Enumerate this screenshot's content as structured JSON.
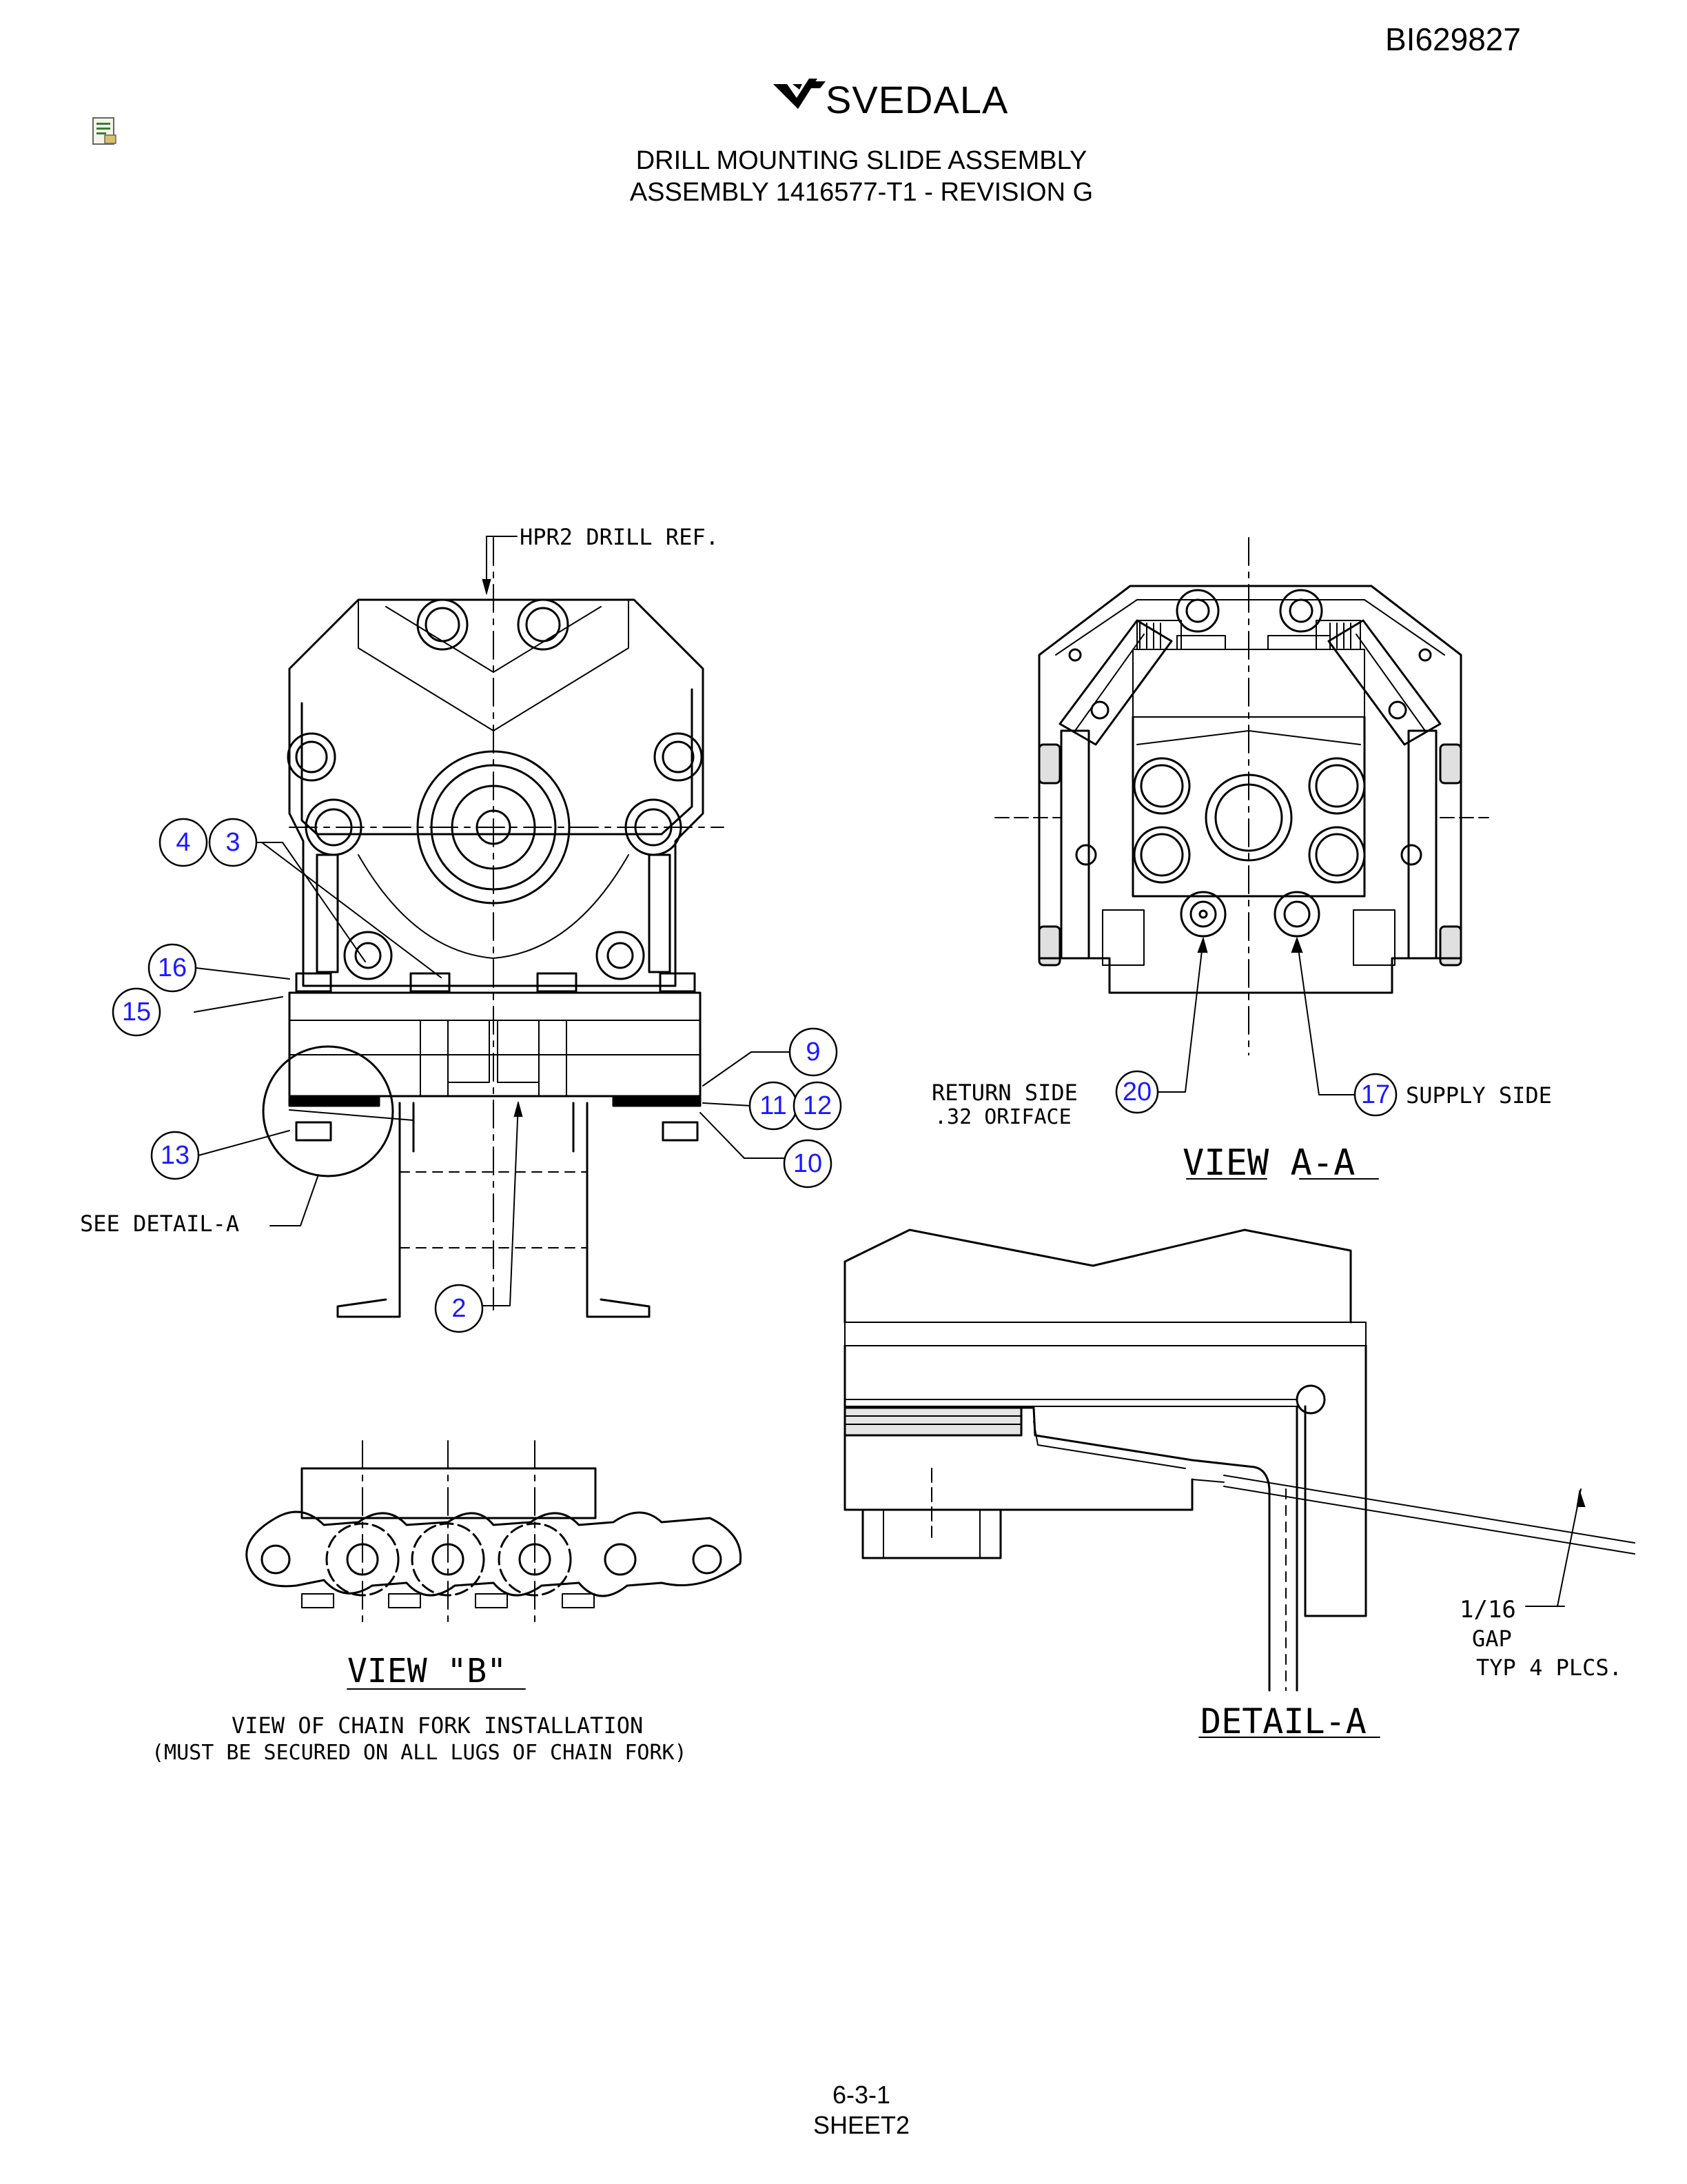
{
  "header": {
    "doc_id": "BI629827",
    "brand": "SVEDALA",
    "title_line1": "DRILL MOUNTING SLIDE ASSEMBLY",
    "title_line2": "ASSEMBLY 1416577-T1 - REVISION G"
  },
  "labels": {
    "hpr2": "HPR2 DRILL REF.",
    "see_detail": "SEE DETAIL-A",
    "return_side": "RETURN SIDE",
    "orifice": ".32 ORIFACE",
    "supply_side": "SUPPLY SIDE",
    "view_aa": "VIEW A-A",
    "view_b": "VIEW \"B\"",
    "chain_note1": "VIEW OF CHAIN FORK INSTALLATION",
    "chain_note2": "(MUST BE SECURED ON ALL LUGS OF CHAIN FORK)",
    "gap1": "1/16",
    "gap2": "GAP",
    "gap3": "TYP 4 PLCS.",
    "detail_a": "DETAIL-A"
  },
  "callouts": {
    "c4": "4",
    "c3": "3",
    "c16": "16",
    "c15": "15",
    "c9": "9",
    "c11": "11",
    "c12": "12",
    "c10": "10",
    "c13": "13",
    "c2": "2",
    "c20": "20",
    "c17": "17"
  },
  "footer": {
    "page": "6-3-1",
    "sheet": "SHEET2"
  },
  "colors": {
    "callout": "#1a1aff",
    "line": "#000000"
  }
}
